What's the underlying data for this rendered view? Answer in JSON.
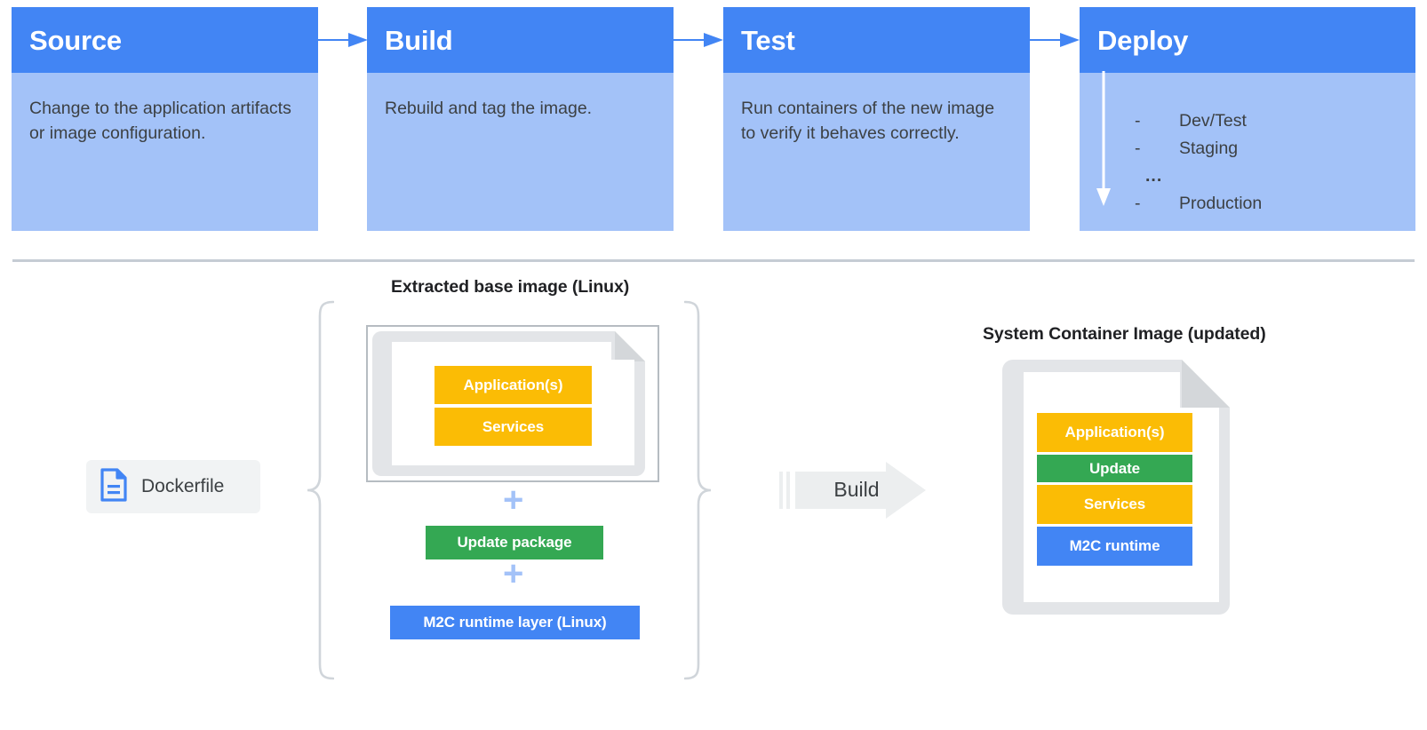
{
  "pipeline": {
    "stages": [
      {
        "title": "Source",
        "body": "Change to the application artifacts or image configuration."
      },
      {
        "title": "Build",
        "body": "Rebuild and tag the image."
      },
      {
        "title": "Test",
        "body": "Run containers of the new image to verify it behaves correctly."
      },
      {
        "title": "Deploy",
        "body": ""
      }
    ],
    "deploy_list": [
      {
        "dash": "-",
        "label": "Dev/Test"
      },
      {
        "dash": "-",
        "label": "Staging"
      },
      {
        "dash": "",
        "label": "..."
      },
      {
        "dash": "-",
        "label": "Production"
      }
    ],
    "arrow_icon": "arrow-right-icon",
    "deploy_arrow_icon": "arrow-down-icon"
  },
  "lower": {
    "base_image_heading": "Extracted base image (Linux)",
    "sci_heading": "System Container Image (updated)",
    "dockerfile": {
      "label": "Dockerfile",
      "icon": "file-document-icon"
    },
    "base_layers": [
      {
        "label": "Application(s)",
        "color": "yellow"
      },
      {
        "label": "Services",
        "color": "yellow"
      }
    ],
    "plus_symbol": "+",
    "update_package": "Update package",
    "m2c_runtime_layer": "M2C runtime layer (Linux)",
    "build_label": "Build",
    "build_arrow_icon": "arrow-right-block-icon",
    "brace_left_icon": "curly-brace-left-icon",
    "brace_right_icon": "curly-brace-right-icon",
    "sci_layers": [
      {
        "label": "Application(s)",
        "color": "yellow",
        "size": "tall"
      },
      {
        "label": "Update",
        "color": "green",
        "size": "short"
      },
      {
        "label": "Services",
        "color": "yellow",
        "size": "tall"
      },
      {
        "label": "M2C runtime",
        "color": "blue",
        "size": "tall"
      }
    ]
  },
  "colors": {
    "header_blue": "#4285F4",
    "body_blue": "#A3C2F8",
    "yellow": "#FBBC05",
    "green": "#34A853",
    "blue": "#4285F4",
    "gray_doc": "#E0E0E0",
    "divider": "#C5CCD4",
    "text": "#3C4043"
  }
}
